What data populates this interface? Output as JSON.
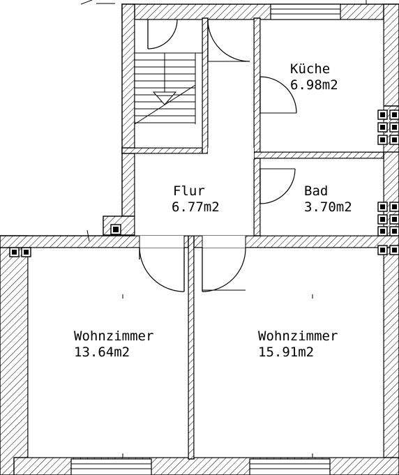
{
  "rooms": [
    {
      "name": "Küche",
      "area": "6.98m2"
    },
    {
      "name": "Flur",
      "area": "6.77m2"
    },
    {
      "name": "Bad",
      "area": "3.70m2"
    },
    {
      "name": "Wohnzimmer",
      "area": "13.64m2"
    },
    {
      "name": "Wohnzimmer",
      "area": "15.91m2"
    }
  ],
  "style": {
    "line_color": "#000000",
    "background": "#ffffff"
  }
}
